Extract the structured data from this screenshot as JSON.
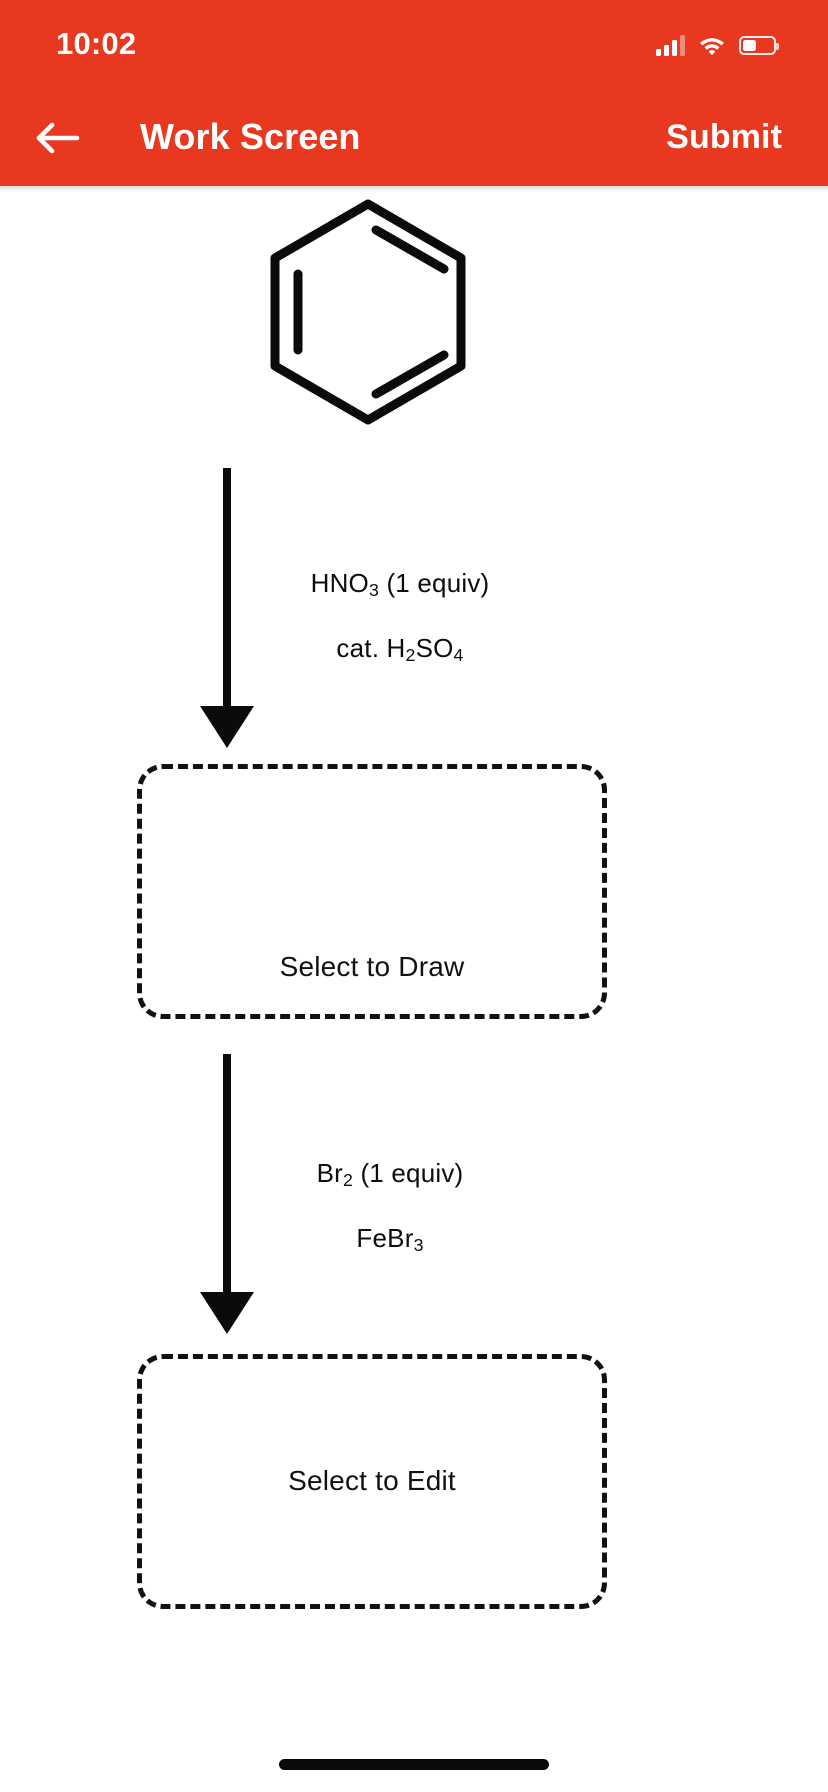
{
  "status_bar": {
    "time": "10:02",
    "signal_icon": "cellular-signal-icon",
    "signal_bars_filled": 3,
    "signal_bars_total": 4,
    "wifi_icon": "wifi-icon",
    "battery_icon": "battery-icon",
    "battery_level_percent": 45
  },
  "nav_bar": {
    "back_icon": "arrow-left-icon",
    "title": "Work Screen",
    "submit_label": "Submit",
    "background_color": "#E8381F",
    "text_color": "#FFFFFF"
  },
  "reaction": {
    "start_structure": {
      "name": "benzene",
      "icon": "benzene-ring-structure"
    },
    "steps": [
      {
        "arrow_icon": "down-arrow-icon",
        "reagents": [
          {
            "text": "HNO3 (1 equiv)",
            "parts": [
              "HNO",
              "3",
              " (1 equiv)"
            ]
          },
          {
            "text": "cat. H2SO4",
            "parts": [
              "cat. H",
              "2",
              "SO",
              "4"
            ]
          }
        ],
        "product_box": {
          "label": "Select to Draw",
          "state": "empty",
          "border_style": "dashed",
          "border_color": "#111111"
        }
      },
      {
        "arrow_icon": "down-arrow-icon",
        "reagents": [
          {
            "text": "Br2 (1 equiv)",
            "parts": [
              "Br",
              "2",
              " (1 equiv)"
            ]
          },
          {
            "text": "FeBr3",
            "parts": [
              "FeBr",
              "3"
            ]
          }
        ],
        "product_box": {
          "label": "Select to Edit",
          "state": "empty",
          "border_style": "dashed",
          "border_color": "#111111"
        }
      }
    ]
  },
  "reagent_text": {
    "step1_line1_main": "HNO",
    "step1_line1_sub": "3",
    "step1_line1_tail": " (1 equiv)",
    "step1_line2_pre": "cat. H",
    "step1_line2_sub1": "2",
    "step1_line2_mid": "SO",
    "step1_line2_sub2": "4",
    "step2_line1_main": "Br",
    "step2_line1_sub": "2",
    "step2_line1_tail": " (1 equiv)",
    "step2_line2_main": "FeBr",
    "step2_line2_sub": "3"
  },
  "labels": {
    "dropzone_1": "Select to Draw",
    "dropzone_2": "Select to Edit"
  },
  "home_indicator": {
    "icon": "home-indicator-bar"
  }
}
